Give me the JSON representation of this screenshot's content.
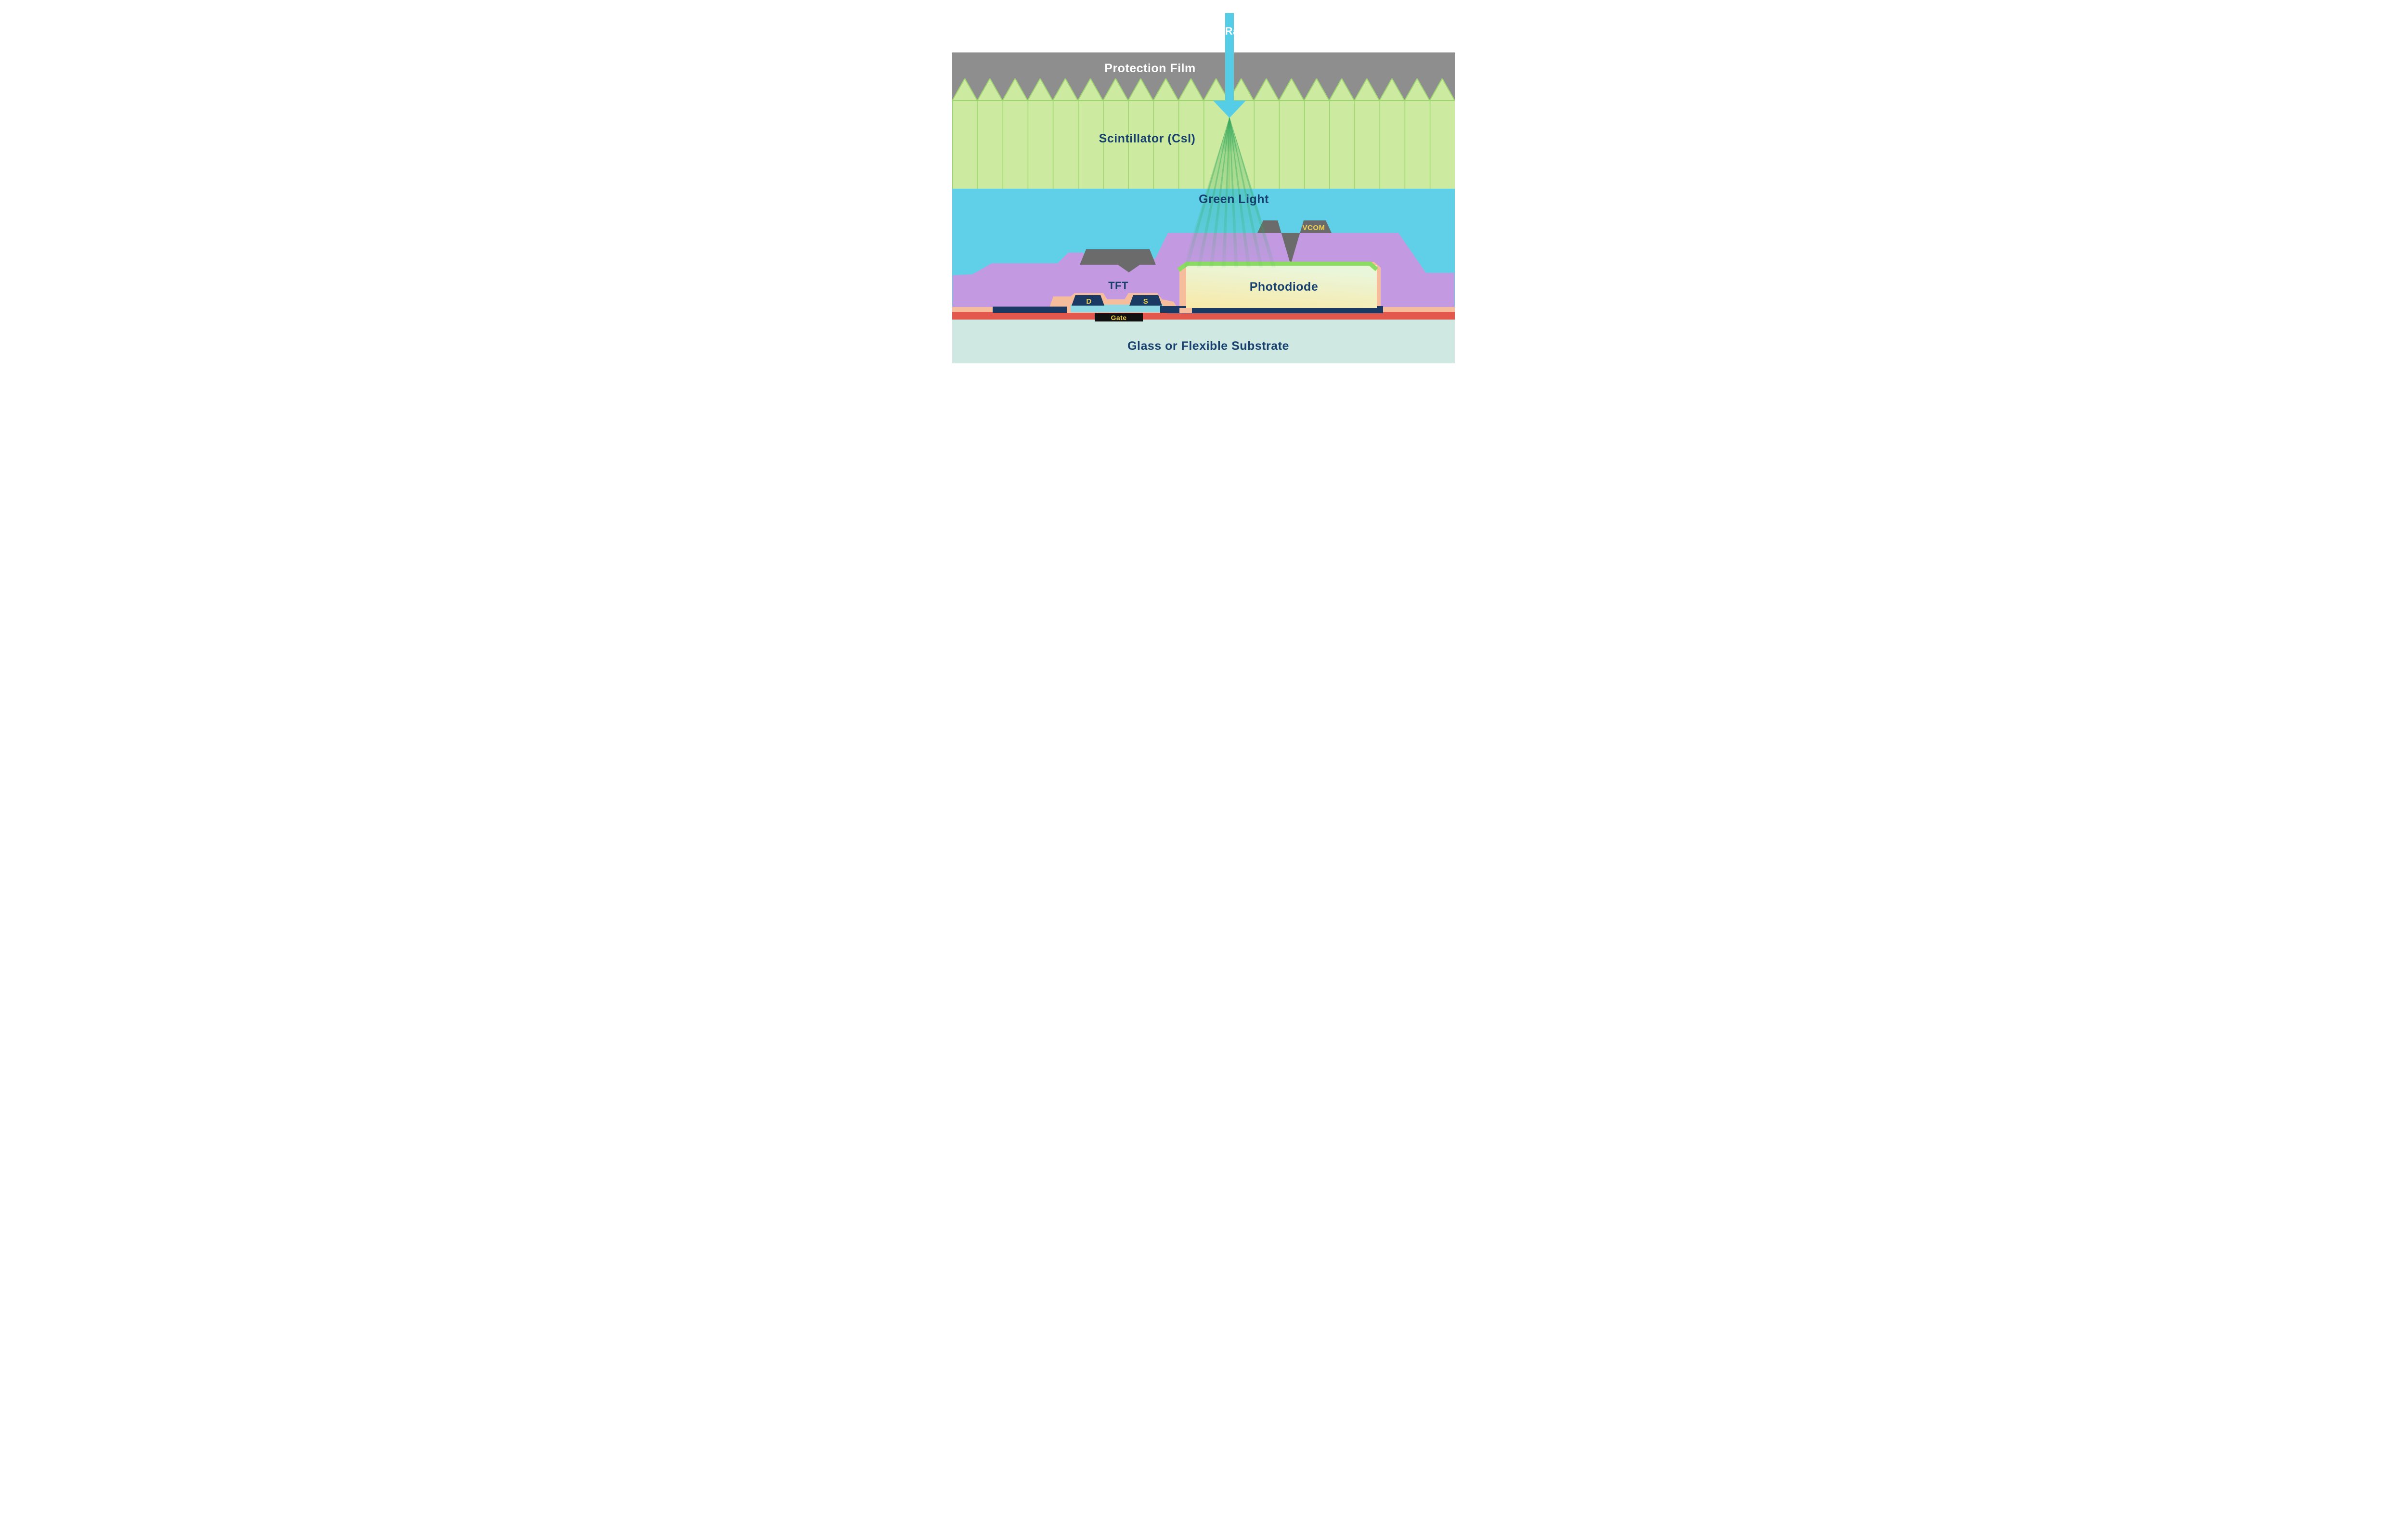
{
  "diagram": {
    "labels": {
      "xray": "X-Ray",
      "protection_film": "Protection Film",
      "scintillator": "Scintillator (CsI)",
      "green_light": "Green Light",
      "vcom": "VCOM",
      "photodiode": "Photodiode",
      "tft": "TFT",
      "drain": "D",
      "source": "S",
      "gate": "Gate",
      "substrate": "Glass or Flexible Substrate"
    },
    "colors": {
      "protection_film": "#8e8e8e",
      "scintillator": "#cdeba0",
      "scintillator_line": "#9ed470",
      "air_gap": "#5fd0e7",
      "planarization": "#c39ae2",
      "electrode_gray": "#6b6b6b",
      "photodiode_top": "#8cdb63",
      "metal_navy": "#1b3a63",
      "channel": "#8ed9e4",
      "passivation_peach": "#f6bd9c",
      "insulator_red": "#e2584c",
      "gate_black": "#111111",
      "substrate": "#cfe8e2",
      "xray_arrow": "#55cde7",
      "green_ray": "#2ea65b",
      "label_navy": "#17406e",
      "label_yellow": "#f2d24e",
      "label_white": "#ffffff"
    }
  }
}
